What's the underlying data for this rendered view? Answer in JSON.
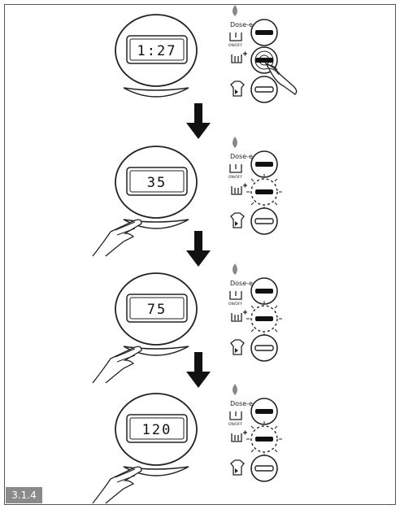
{
  "steps": [
    {
      "display": "1:27",
      "button_state": "pressed",
      "hand": "button"
    },
    {
      "display": "35",
      "button_state": "blinking",
      "hand": "dial"
    },
    {
      "display": "75",
      "button_state": "blinking",
      "hand": "dial"
    },
    {
      "display": "120",
      "button_state": "blinking",
      "hand": "dial"
    }
  ],
  "labels": {
    "dose": "Dose-e",
    "onoff": "ON/OFF"
  },
  "figure_tag": "3.1.4"
}
